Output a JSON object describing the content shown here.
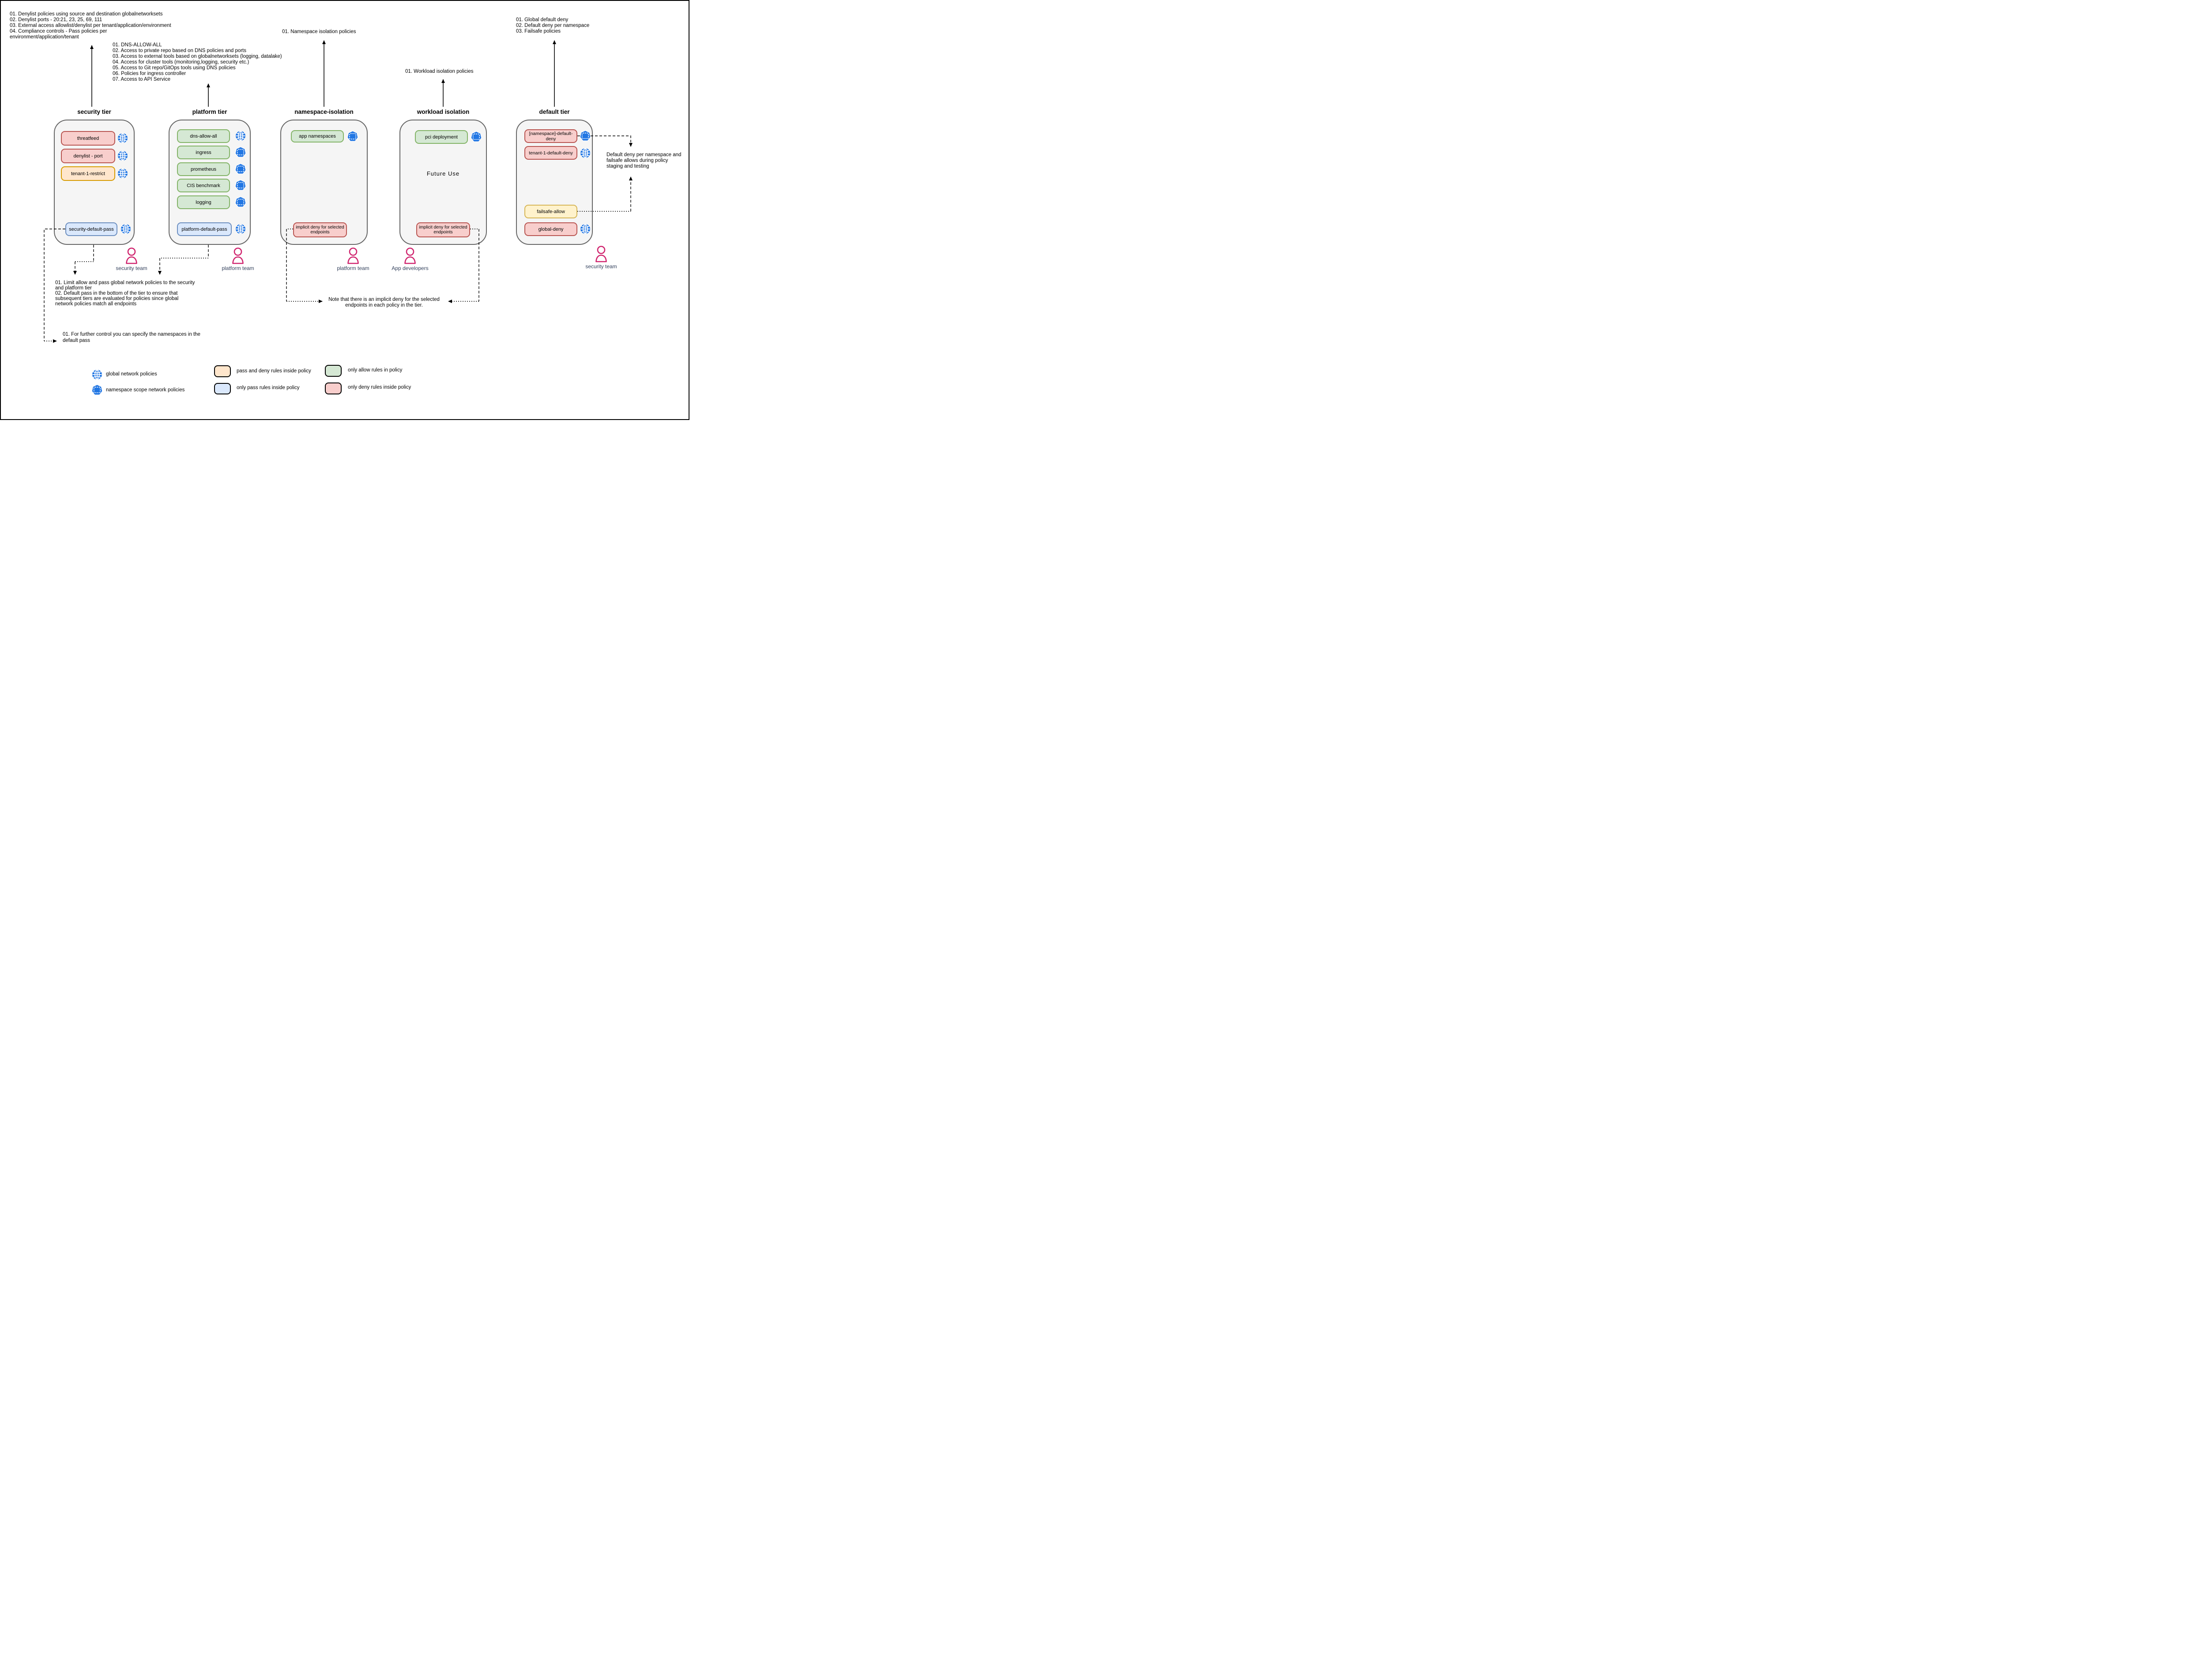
{
  "notes": {
    "security_tier_note": "01. Denylist policies using source and destination globalnetworksets\n02. Denylist ports - 20:21, 23, 25, 69, 111\n03. External access allowlist/denylist per tenant/application/environment\n04. Compliance controls - Pass policies per\nenvironment/application/tenant",
    "platform_tier_note": "01. DNS-ALLOW-ALL\n02. Access to private repo based on DNS policies and ports\n03. Access to external tools based on globalnetworksets (logging, datalake)\n04. Access for cluster tools (monitoring,logging, security etc.)\n05. Access to Git repo/GitOps tools using DNS policies\n06. Policies for ingress controller\n07. Access to API Service",
    "namespace_isolation_note": "01. Namespace isolation policies",
    "workload_isolation_note": "01. Workload isolation policies",
    "default_tier_note": "01. Global default deny\n02. Default deny per namespace\n03. Failsafe policies",
    "limit_note": "01. Limit allow and pass global network policies to the security\nand platform tier\n02. Default pass in the bottom of the tier to ensure that\nsubsequent tiers are evaluated for policies since global\nnetwork policies match all endpoints",
    "further_control_note": "01. For further control you can specify the namespaces in the\ndefault pass",
    "implicit_deny_note": "Note that there is an implicit deny for the selected\nendpoints in each policy in the tier.",
    "staging_note": "Default deny per namespace and\nfailsafe allows during policy\nstaging and testing"
  },
  "tiers": [
    {
      "title": "security tier",
      "policies": [
        {
          "label": "threatfeed",
          "kind": "deny",
          "scope": "global"
        },
        {
          "label": "denylist - port",
          "kind": "deny",
          "scope": "global"
        },
        {
          "label": "tenant-1-restrict",
          "kind": "pass-deny",
          "scope": "global"
        },
        {
          "label": "security-default-pass",
          "kind": "pass",
          "scope": "global"
        }
      ]
    },
    {
      "title": "platform tier",
      "policies": [
        {
          "label": "dns-allow-all",
          "kind": "allow",
          "scope": "global"
        },
        {
          "label": "ingress",
          "kind": "allow",
          "scope": "namespace"
        },
        {
          "label": "prometheus",
          "kind": "allow",
          "scope": "namespace"
        },
        {
          "label": "CIS benchmark",
          "kind": "allow",
          "scope": "namespace"
        },
        {
          "label": "logging",
          "kind": "allow",
          "scope": "namespace"
        },
        {
          "label": "platform-default-pass",
          "kind": "pass",
          "scope": "global"
        }
      ]
    },
    {
      "title": "namespace-isolation",
      "policies": [
        {
          "label": "app namespaces",
          "kind": "allow",
          "scope": "namespace"
        },
        {
          "label": "implicit deny for selected endpoints",
          "kind": "deny",
          "scope": null
        }
      ]
    },
    {
      "title": "workload isolation",
      "center_label": "Future Use",
      "policies": [
        {
          "label": "pci deployment",
          "kind": "allow",
          "scope": "namespace"
        },
        {
          "label": "implicit deny for selected endpoints",
          "kind": "deny",
          "scope": null
        }
      ]
    },
    {
      "title": "default tier",
      "policies": [
        {
          "label": "[namespace]-default-deny",
          "kind": "deny",
          "scope": "namespace"
        },
        {
          "label": "tenant-1-default-deny",
          "kind": "deny",
          "scope": "global"
        },
        {
          "label": "failsafe-allow",
          "kind": "failsafe",
          "scope": null
        },
        {
          "label": "global-deny",
          "kind": "deny",
          "scope": "global"
        }
      ]
    }
  ],
  "teams": [
    {
      "label": "security team"
    },
    {
      "label": "platform team"
    },
    {
      "label": "platform team"
    },
    {
      "label": "App developers"
    },
    {
      "label": "security team"
    }
  ],
  "legend": {
    "items": [
      {
        "icon": "globe-icon",
        "label": "global network policies"
      },
      {
        "icon": "namespace-icon",
        "label": "namespace scope network policies"
      },
      {
        "swatch": "pass-deny",
        "label": "pass and deny rules inside policy"
      },
      {
        "swatch": "pass",
        "label": "only pass rules inside policy"
      },
      {
        "swatch": "allow",
        "label": "only allow rules in policy"
      },
      {
        "swatch": "deny",
        "label": "only deny rules inside policy"
      }
    ]
  },
  "colors": {
    "deny_fill": "#F8CECC",
    "deny_stroke": "#B85450",
    "allow_fill": "#D5E8D4",
    "allow_stroke": "#82B366",
    "pass_fill": "#DAE8FC",
    "pass_stroke": "#6C8EBF",
    "pass_deny_fill": "#FFE6CC",
    "pass_deny_stroke": "#D79B00",
    "failsafe_fill": "#FFF2CC",
    "failsafe_stroke": "#D6B656",
    "tier_fill": "#F5F5F5",
    "tier_stroke": "#666666",
    "policy_icon_blue": "#2176E3",
    "person_magenta": "#D0246E",
    "team_label_color": "#33415C"
  }
}
